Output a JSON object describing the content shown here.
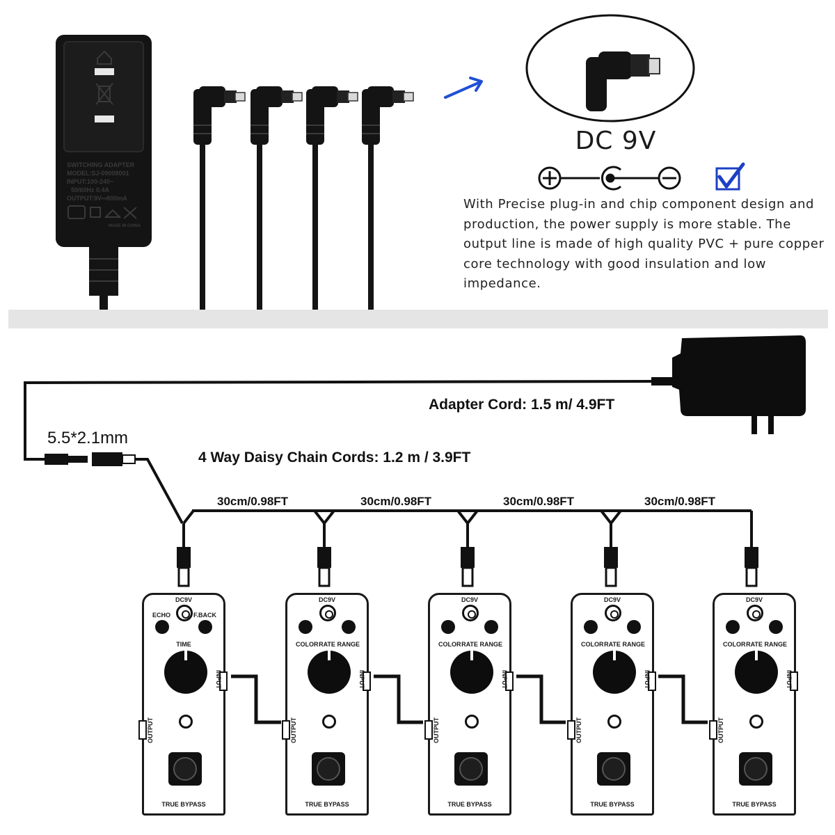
{
  "top": {
    "dc_label": "DC 9V",
    "description": "With Precise plug-in and chip component design and production, the power supply is more stable. The output line is made of high quality PVC + pure copper core technology with good insulation and low impedance.",
    "adapter_print": {
      "title": "SWITCHING ADAPTER",
      "model": "MODEL:SJ-09008001",
      "input": "INPUT:100-240~",
      "freq": "50/60Hz 0.4A",
      "output": "OUTPUT:9V⎓800mA",
      "made_in": "MADE IN CHINA"
    }
  },
  "bottom": {
    "adapter_cord_label": "Adapter Cord: 1.5 m/ 4.9FT",
    "daisy_chain_label": "4 Way Daisy Chain Cords: 1.2 m / 3.9FT",
    "plug_size_label": "5.5*2.1mm",
    "segments": [
      {
        "label": "30cm/0.98FT"
      },
      {
        "label": "30cm/0.98FT"
      },
      {
        "label": "30cm/0.98FT"
      },
      {
        "label": "30cm/0.98FT"
      }
    ],
    "pedals": [
      {
        "dc": "DC9V",
        "left_knob": "ECHO",
        "mid_knob": "TIME",
        "right_knob": "F.BACK",
        "input": "INPUT",
        "output": "OUTPUT",
        "footer": "TRUE BYPASS"
      },
      {
        "dc": "DC9V",
        "left_knob": "COLOR",
        "mid_knob": "RATE",
        "right_knob": "RANGE",
        "input": "INPUT",
        "output": "OUTPUT",
        "footer": "TRUE BYPASS"
      },
      {
        "dc": "DC9V",
        "left_knob": "COLOR",
        "mid_knob": "RATE",
        "right_knob": "RANGE",
        "input": "INPUT",
        "output": "OUTPUT",
        "footer": "TRUE BYPASS"
      },
      {
        "dc": "DC9V",
        "left_knob": "COLOR",
        "mid_knob": "RATE",
        "right_knob": "RANGE",
        "input": "INPUT",
        "output": "OUTPUT",
        "footer": "TRUE BYPASS"
      },
      {
        "dc": "DC9V",
        "left_knob": "COLOR",
        "mid_knob": "RATE",
        "right_knob": "RANGE",
        "input": "INPUT",
        "output": "OUTPUT",
        "footer": "TRUE BYPASS"
      }
    ]
  },
  "colors": {
    "arrow_blue": "#1f4fd6",
    "check_blue": "#1c3fc4",
    "divider_gray": "#e5e5e5",
    "device_black": "#141414"
  }
}
